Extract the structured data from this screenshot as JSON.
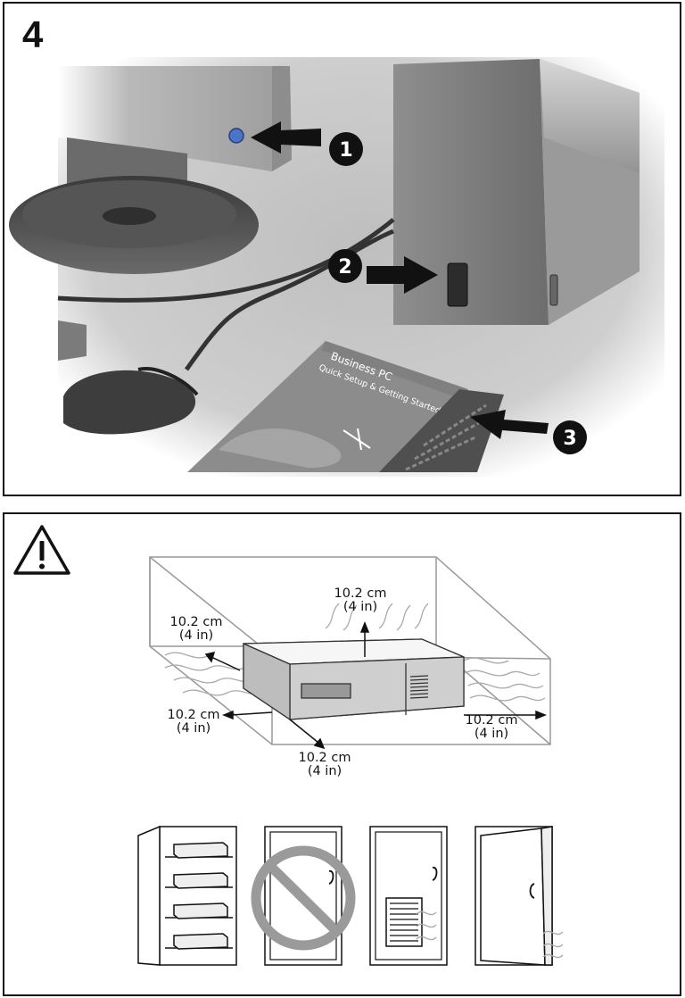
{
  "step1": {
    "number": "4",
    "callouts": [
      "1",
      "2",
      "3"
    ],
    "document": {
      "title": "Business PC",
      "subtitle": "Quick Setup & Getting Started"
    }
  },
  "step2": {
    "clearances": {
      "top": {
        "metric": "10.2 cm",
        "imperial": "(4 in)"
      },
      "left": {
        "metric": "10.2 cm",
        "imperial": "(4 in)"
      },
      "front_left": {
        "metric": "10.2 cm",
        "imperial": "(4 in)"
      },
      "front": {
        "metric": "10.2 cm",
        "imperial": "(4 in)"
      },
      "right": {
        "metric": "10.2 cm",
        "imperial": "(4 in)"
      }
    }
  },
  "colors": {
    "border": "#111111",
    "power_led": "#4a74c9",
    "prohibition": "#9a9a9a"
  }
}
